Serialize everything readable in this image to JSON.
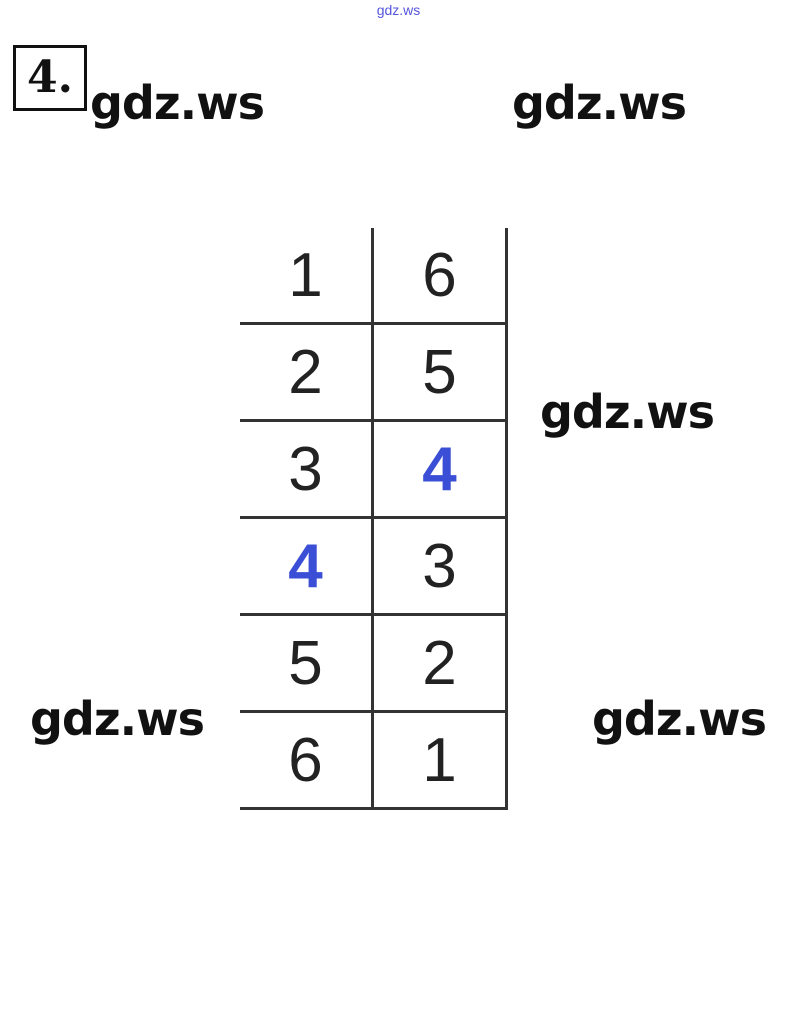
{
  "header": {
    "site": "gdz.ws",
    "task_number": "4."
  },
  "watermarks": [
    "gdz.ws",
    "gdz.ws",
    "gdz.ws",
    "gdz.ws",
    "gdz.ws"
  ],
  "table": {
    "rows": [
      {
        "left": "1",
        "right": "6"
      },
      {
        "left": "2",
        "right": "5"
      },
      {
        "left": "3",
        "right": "4"
      },
      {
        "left": "4",
        "right": "3"
      },
      {
        "left": "5",
        "right": "2"
      },
      {
        "left": "6",
        "right": "1"
      }
    ]
  },
  "colors": {
    "highlight": "#3b4fd6"
  }
}
